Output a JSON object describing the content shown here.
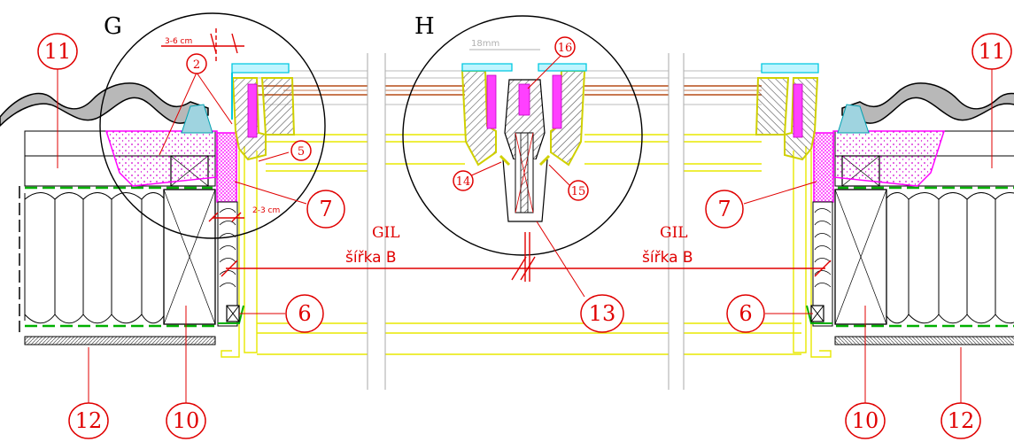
{
  "sections": {
    "left": "G",
    "middle": "H"
  },
  "dimensions": {
    "left_top": "3-6 cm",
    "left_gap": "2-3 cm",
    "middle_top": "18mm"
  },
  "span_labels": {
    "left": {
      "line1": "GIL",
      "line2": "šířka B"
    },
    "right": {
      "line1": "GIL",
      "line2": "šířka B"
    }
  },
  "callouts": {
    "n2": "2",
    "n5": "5",
    "n6_left": "6",
    "n6_right": "6",
    "n7_left": "7",
    "n7_right": "7",
    "n10_left": "10",
    "n10_right": "10",
    "n11_left": "11",
    "n11_right": "11",
    "n12_left": "12",
    "n12_right": "12",
    "n13": "13",
    "n14": "14",
    "n15": "15",
    "n16": "16"
  },
  "colors": {
    "callout": "#e00000",
    "insulation_green": "#00b000",
    "foam_magenta": "#ff00ff",
    "frame_yellow": "#e8e800",
    "glass_cyan": "#00c8e0",
    "glazing_brown": "#c87850",
    "drawing_black": "#000000"
  }
}
